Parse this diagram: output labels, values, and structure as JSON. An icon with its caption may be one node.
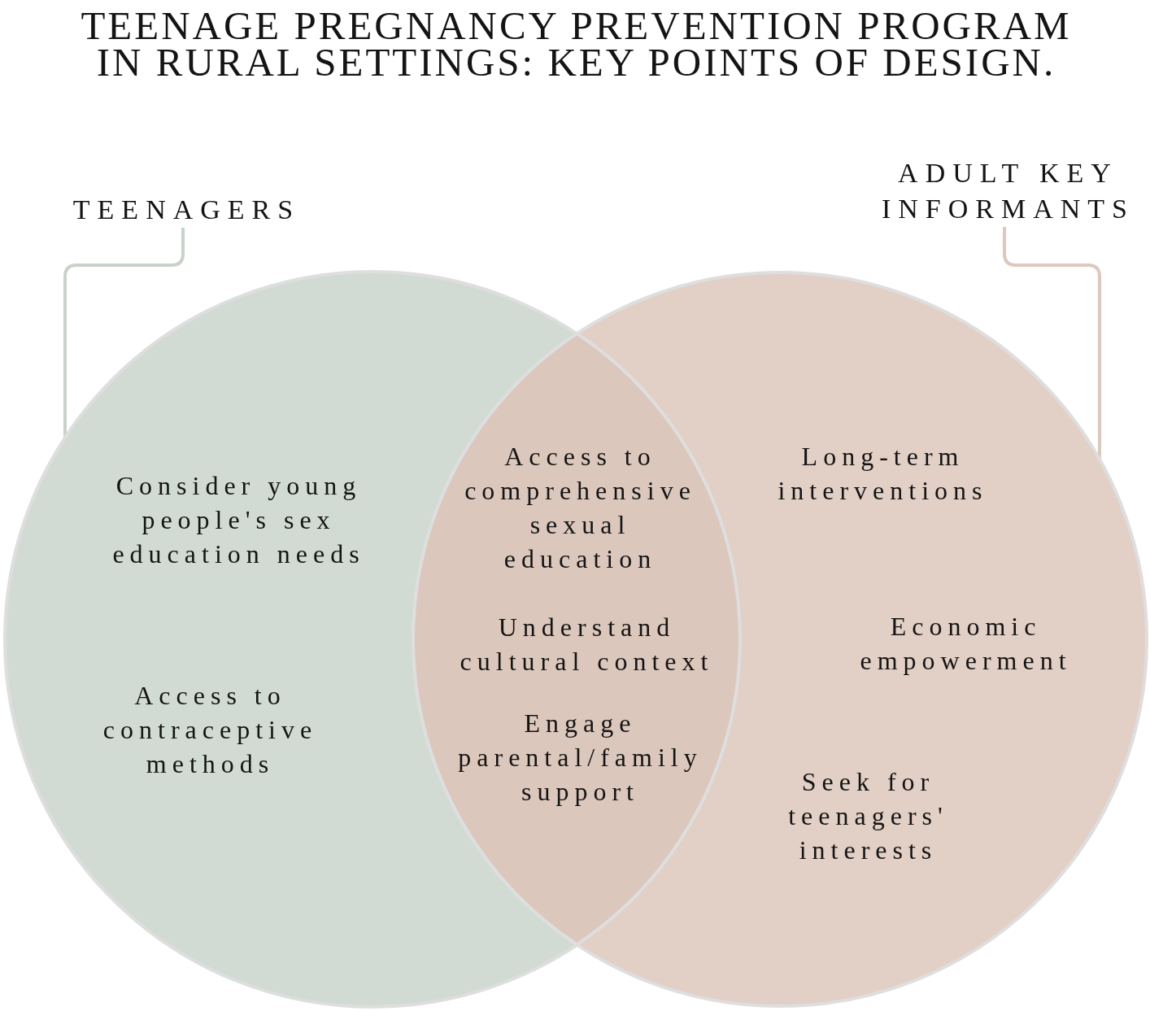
{
  "diagram": {
    "title": "TEENAGE PREGNANCY PREVENTION PROGRAM IN RURAL SETTINGS: KEY POINTS OF DESIGN.",
    "nodes": [
      {
        "text": [
          "TEENAGERS"
        ]
      },
      {
        "text": [
          "ADULT KEY INFORMANTS"
        ]
      },
      {
        "text": [
          "Consider young people's sex education needs",
          "Access to contraceptive methods"
        ]
      },
      {
        "text": [
          "Access to comprehensive sexual education",
          "Understand cultural context",
          "Engage parental/family support"
        ]
      },
      {
        "text": [
          "Long-term interventions",
          "Economic empowerment",
          "Seek for teenagers' interests"
        ]
      }
    ],
    "edges": [
      {
        "from": 0,
        "to": 2,
        "arrow": "none",
        "color": "#c8d2c9"
      },
      {
        "from": 1,
        "to": 4,
        "arrow": "none",
        "color": "#dcc8be"
      }
    ]
  }
}
